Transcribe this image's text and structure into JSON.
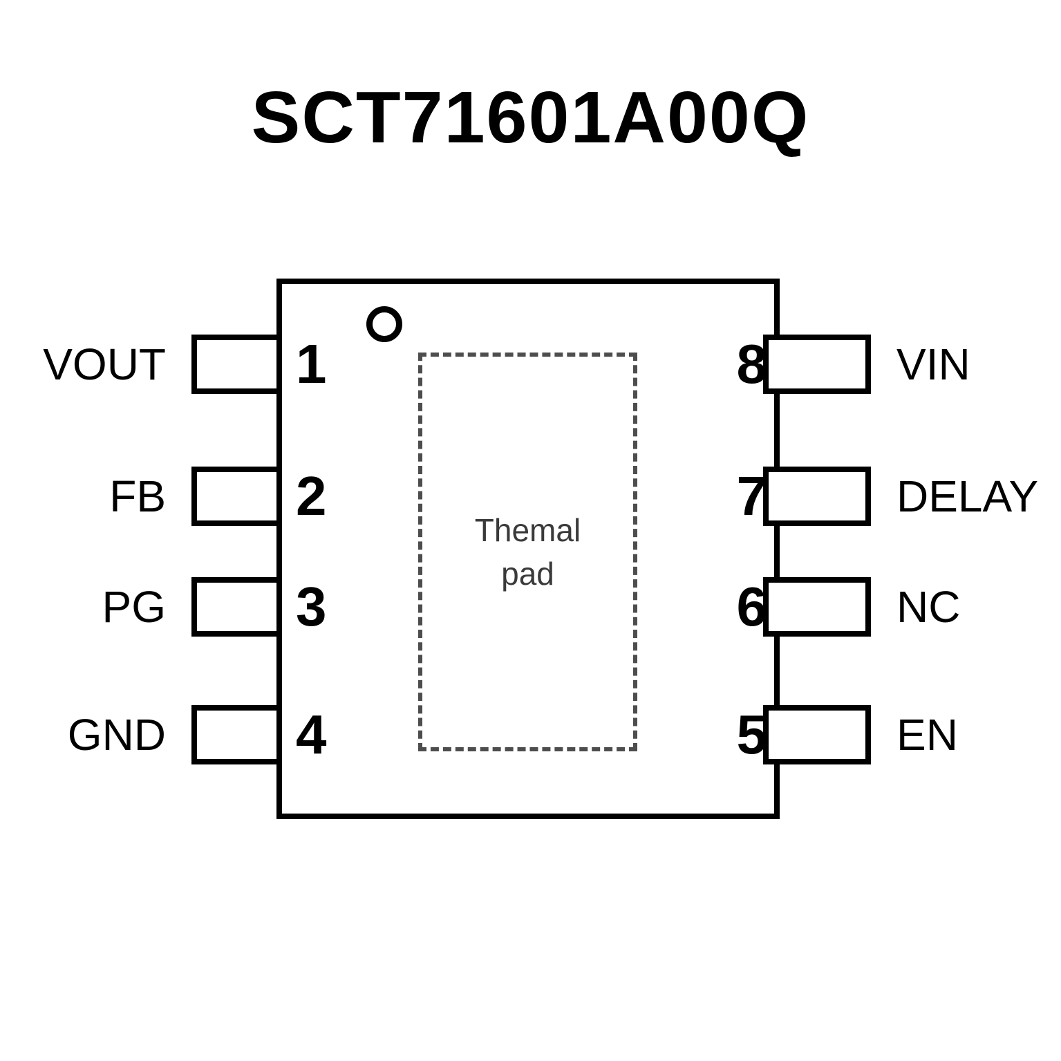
{
  "title": "SCT71601A00Q",
  "chip": {
    "thermal_pad_line1": "Themal",
    "thermal_pad_line2": "pad"
  },
  "pins": {
    "left": [
      {
        "number": "1",
        "label": "VOUT"
      },
      {
        "number": "2",
        "label": "FB"
      },
      {
        "number": "3",
        "label": "PG"
      },
      {
        "number": "4",
        "label": "GND"
      }
    ],
    "right": [
      {
        "number": "8",
        "label": "VIN"
      },
      {
        "number": "7",
        "label": "DELAY"
      },
      {
        "number": "6",
        "label": "NC"
      },
      {
        "number": "5",
        "label": "EN"
      }
    ]
  },
  "colors": {
    "outline": "#000000",
    "thermal_pad_dash": "#4d4d4d",
    "background": "#ffffff"
  }
}
